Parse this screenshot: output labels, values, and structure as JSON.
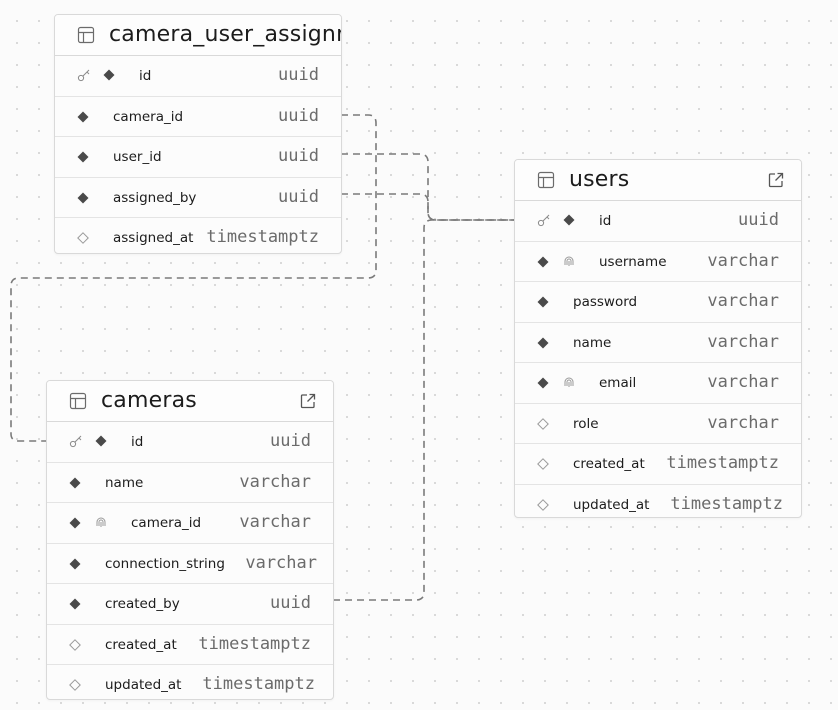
{
  "tables": {
    "camera_user_assignments": {
      "name": "camera_user_assignm",
      "columns": [
        {
          "name": "id",
          "type": "uuid"
        },
        {
          "name": "camera_id",
          "type": "uuid"
        },
        {
          "name": "user_id",
          "type": "uuid"
        },
        {
          "name": "assigned_by",
          "type": "uuid"
        },
        {
          "name": "assigned_at",
          "type": "timestamptz"
        }
      ]
    },
    "users": {
      "name": "users",
      "columns": [
        {
          "name": "id",
          "type": "uuid"
        },
        {
          "name": "username",
          "type": "varchar"
        },
        {
          "name": "password",
          "type": "varchar"
        },
        {
          "name": "name",
          "type": "varchar"
        },
        {
          "name": "email",
          "type": "varchar"
        },
        {
          "name": "role",
          "type": "varchar"
        },
        {
          "name": "created_at",
          "type": "timestamptz"
        },
        {
          "name": "updated_at",
          "type": "timestamptz"
        }
      ]
    },
    "cameras": {
      "name": "cameras",
      "columns": [
        {
          "name": "id",
          "type": "uuid"
        },
        {
          "name": "name",
          "type": "varchar"
        },
        {
          "name": "camera_id",
          "type": "varchar"
        },
        {
          "name": "connection_string",
          "type": "varchar"
        },
        {
          "name": "created_by",
          "type": "uuid"
        },
        {
          "name": "created_at",
          "type": "timestamptz"
        },
        {
          "name": "updated_at",
          "type": "timestamptz"
        }
      ]
    }
  },
  "icons": {
    "table": "table-icon",
    "external_link": "external-link-icon",
    "primary_key": "key-icon",
    "not_null": "filled-diamond-icon",
    "nullable": "hollow-diamond-icon",
    "unique": "fingerprint-icon"
  },
  "colors": {
    "edge": "#7a7a7a",
    "border": "#d9d9d9",
    "diamond": "#4a4a4a"
  }
}
